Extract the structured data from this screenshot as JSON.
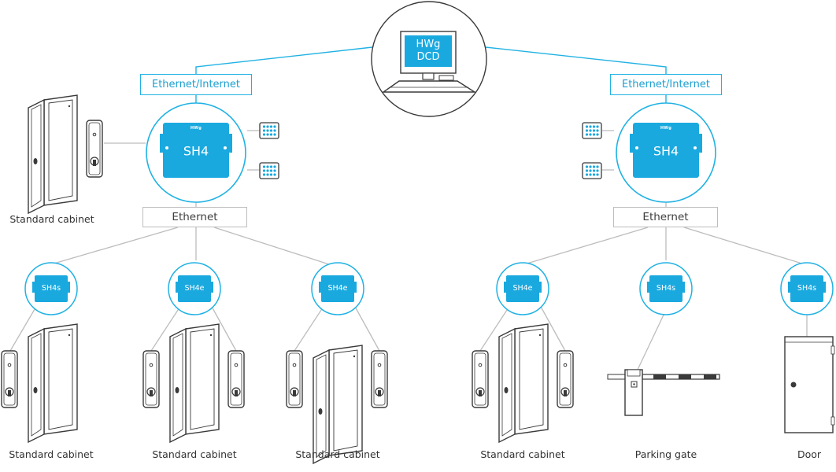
{
  "colors": {
    "accent": "#21b2e3",
    "device_fill": "#1aa9df",
    "line_grey": "#bdbdbd",
    "outline_dark": "#3a3a3a"
  },
  "dcd": {
    "line1": "HWg",
    "line2": "DCD"
  },
  "links": {
    "left_uplink": "Ethernet/Internet",
    "right_uplink": "Ethernet/Internet",
    "left_lan": "Ethernet",
    "right_lan": "Ethernet"
  },
  "hubs": {
    "left": {
      "label": "SH4",
      "brand": "HWg"
    },
    "right": {
      "label": "SH4",
      "brand": "HWg"
    }
  },
  "left_side": {
    "caption": "Standard cabinet",
    "keypads": [
      "keypad-icon",
      "keypad-icon"
    ]
  },
  "right_side": {
    "keypads": [
      "keypad-icon",
      "keypad-icon"
    ]
  },
  "nodes": [
    {
      "label": "SH4s",
      "caption": "Standard cabinet"
    },
    {
      "label": "SH4e",
      "caption": "Standard cabinet"
    },
    {
      "label": "SH4e",
      "caption": "Standard cabinet"
    },
    {
      "label": "SH4e",
      "caption": "Standard cabinet"
    },
    {
      "label": "SH4s",
      "caption": "Parking gate"
    },
    {
      "label": "SH4s",
      "caption": "Door"
    }
  ]
}
